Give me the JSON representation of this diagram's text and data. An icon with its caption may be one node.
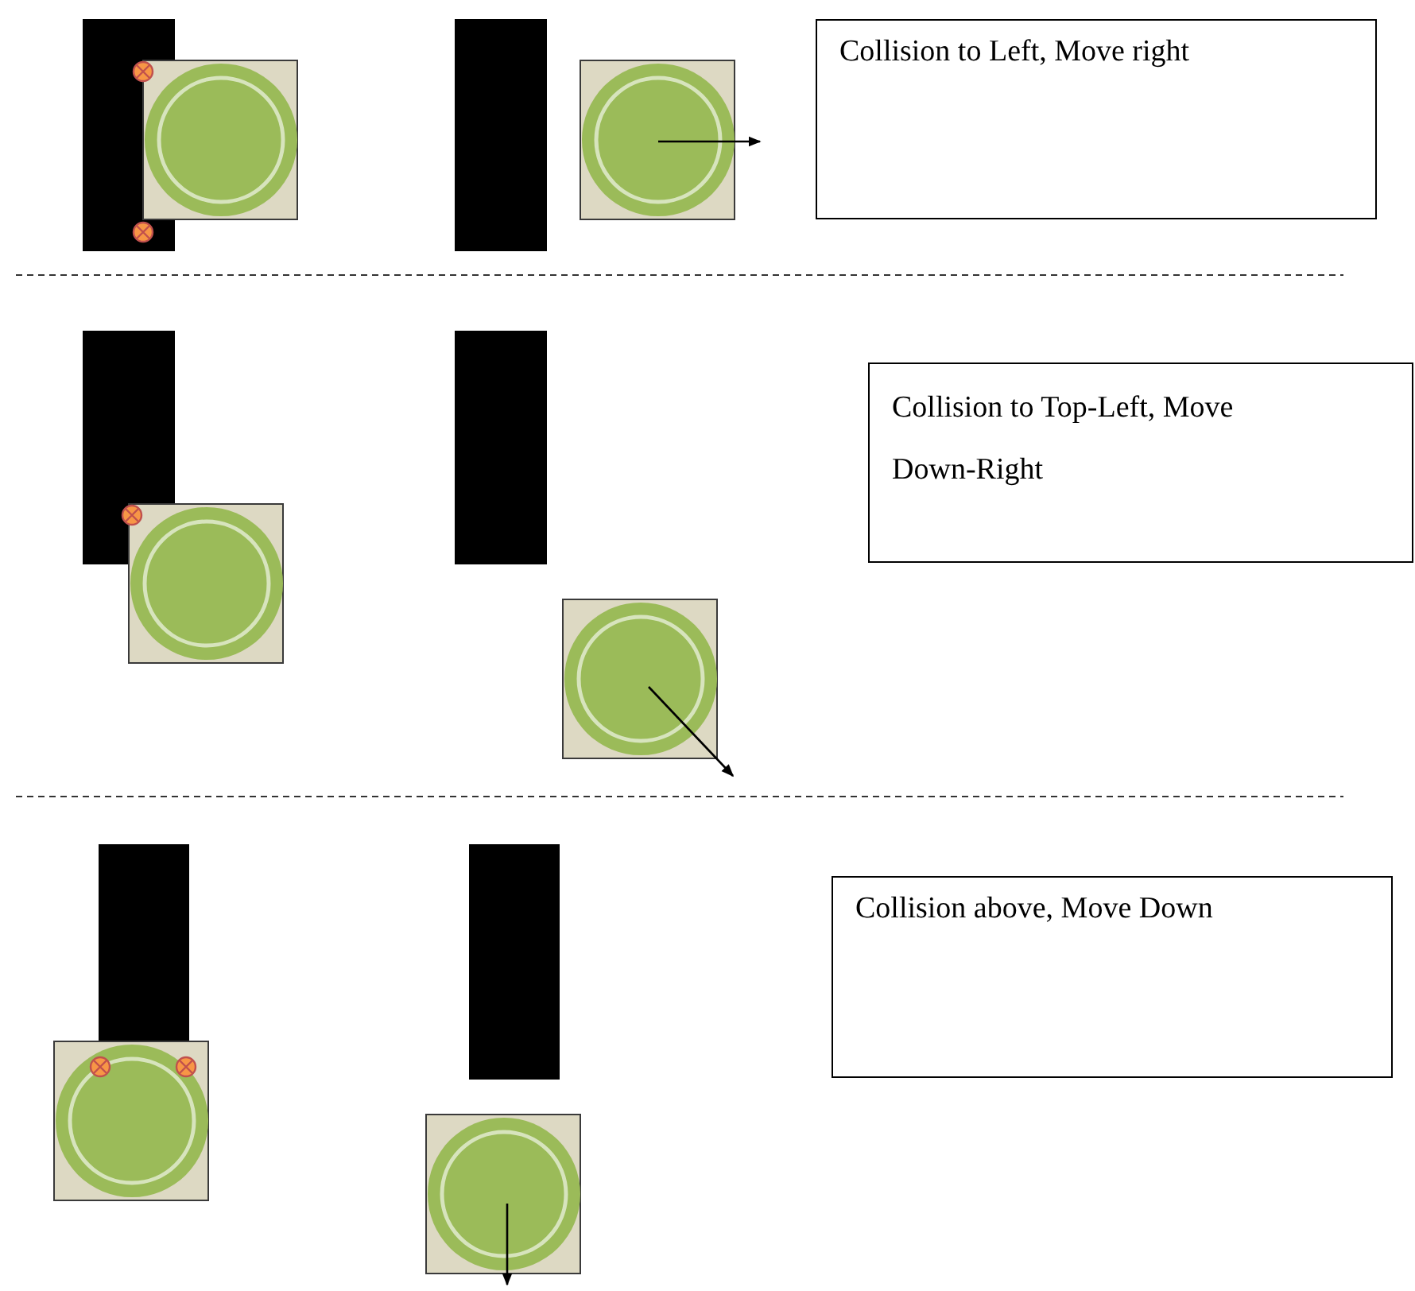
{
  "diagram": {
    "nodes": [
      {
        "text": [
          "Collision to Left, Move right"
        ]
      },
      {
        "text": [
          "Collision to Top-Left, Move Down-Right"
        ]
      },
      {
        "text": [
          "Collision above, Move Down"
        ]
      }
    ]
  }
}
